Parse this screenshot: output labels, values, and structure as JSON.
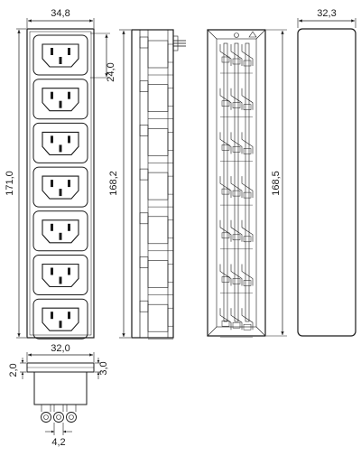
{
  "dimensions": {
    "front_width": "34,8",
    "socket_pitch": "24,0",
    "front_height": "171,0",
    "side_height": "168,2",
    "rear_height": "168,5",
    "cover_width": "32,3",
    "bottom_width": "32,0",
    "bottom_left_height": "2,0",
    "bottom_right_height": "3,0",
    "pin_spacing": "4,2"
  },
  "outlets": {
    "count": 7,
    "type": "C13 socket"
  },
  "colors": {
    "line": "#1a1a1a",
    "background": "#ffffff"
  }
}
